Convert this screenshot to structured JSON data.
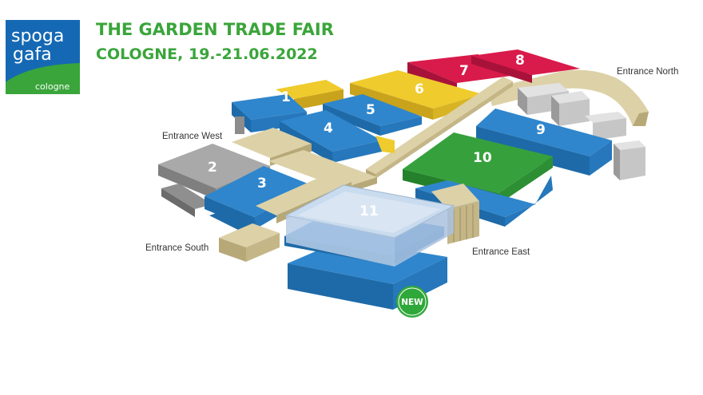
{
  "logo": {
    "line1": "spoga",
    "line2": "gafa",
    "line3": "cologne",
    "colors": {
      "blue": "#1569b4",
      "green": "#3aa53a"
    }
  },
  "header": {
    "title": "THE GARDEN TRADE FAIR",
    "subtitle": "COLOGNE, 19.-21.06.2022",
    "color": "#3aa53a"
  },
  "halls": [
    {
      "number": "1",
      "color": "#2f86cc"
    },
    {
      "number": "2",
      "color": "#a9a9a9"
    },
    {
      "number": "3",
      "color": "#2f86cc"
    },
    {
      "number": "4",
      "color": "#2f86cc"
    },
    {
      "number": "5",
      "color": "#2f86cc"
    },
    {
      "number": "6",
      "color": "#efcb2d"
    },
    {
      "number": "7",
      "color": "#d81b4a"
    },
    {
      "number": "8",
      "color": "#d81b4a"
    },
    {
      "number": "9",
      "color": "#2f86cc"
    },
    {
      "number": "10",
      "color": "#36a13c"
    },
    {
      "number": "11",
      "color": "#c9dbee"
    }
  ],
  "entrances": {
    "north": "Entrance North",
    "west": "Entrance West",
    "south": "Entrance South",
    "east": "Entrance East"
  },
  "badge": {
    "text": "NEW",
    "color": "#2fa83a"
  }
}
